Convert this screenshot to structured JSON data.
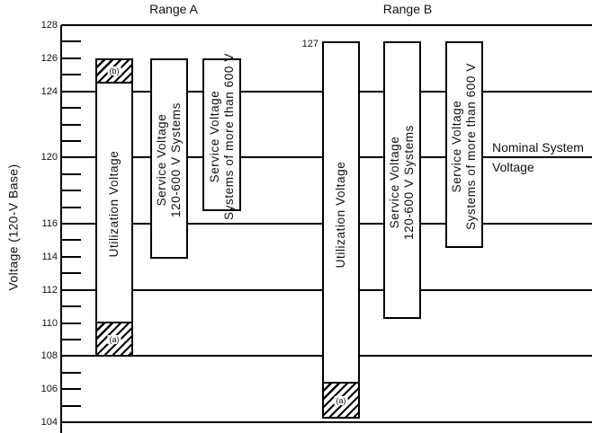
{
  "page": {
    "background": "#ffffff"
  },
  "right_label": {
    "line1": "Nominal System",
    "line2": "Voltage"
  },
  "chart_data": {
    "type": "range-bar",
    "title": "",
    "ylabel": "Voltage (120-V Base)",
    "ylim": [
      104,
      128
    ],
    "grid": "horizontal",
    "legend_position": "none",
    "gridline_voltages": [
      128,
      124,
      120,
      116,
      112,
      108,
      104
    ],
    "minor_tick_voltages": [
      127,
      126,
      125,
      123,
      122,
      121,
      119,
      118,
      117,
      115,
      114,
      113,
      111,
      110,
      109,
      107,
      106,
      105
    ],
    "labeled_ticks": [
      128,
      126,
      124,
      120,
      116,
      114,
      112,
      110,
      108,
      106,
      104
    ],
    "groups": [
      {
        "name": "Range A",
        "bars": [
          {
            "id": "a-utilization",
            "label_lines": [
              "Utilization Voltage"
            ],
            "v_top": 126,
            "v_bottom": 108,
            "hatch_top": {
              "tag": "(b)",
              "v_from": 124.6,
              "v_to": 126
            },
            "hatch_bottom": {
              "tag": "(a)",
              "v_from": 108,
              "v_to": 110
            }
          },
          {
            "id": "a-service-120-600",
            "label_lines": [
              "Service Voltage",
              "120-600 V Systems"
            ],
            "v_top": 126,
            "v_bottom": 113.9
          },
          {
            "id": "a-service-over-600",
            "label_lines": [
              "Service Voltage",
              "Systems of more than 600 V"
            ],
            "v_top": 126,
            "v_bottom": 116.75
          }
        ]
      },
      {
        "name": "Range B",
        "bars": [
          {
            "id": "b-utilization",
            "label_lines": [
              "Utilization Voltage"
            ],
            "v_top": 127,
            "v_bottom": 104.2,
            "top_value_label": "127",
            "hatch_bottom": {
              "tag": "(a)",
              "v_from": 104.2,
              "v_to": 106.3
            }
          },
          {
            "id": "b-service-120-600",
            "label_lines": [
              "Service Voltage",
              "120-600 V Systems"
            ],
            "v_top": 127,
            "v_bottom": 110.2
          },
          {
            "id": "b-service-over-600",
            "label_lines": [
              "Service Voltage",
              "Systems of more than 600 V"
            ],
            "v_top": 127,
            "v_bottom": 114.5
          }
        ]
      }
    ],
    "annotations": [
      {
        "text": "Nominal System Voltage",
        "at_voltage": 120,
        "position": "right-of-plot"
      },
      {
        "text": "127",
        "attached_to": "b-utilization",
        "at_voltage": 127
      }
    ],
    "colors": {
      "line": "#000000",
      "bar_fill": "#ffffff",
      "hatch": "#000000",
      "background": "#ffffff",
      "text": "#111111"
    }
  }
}
